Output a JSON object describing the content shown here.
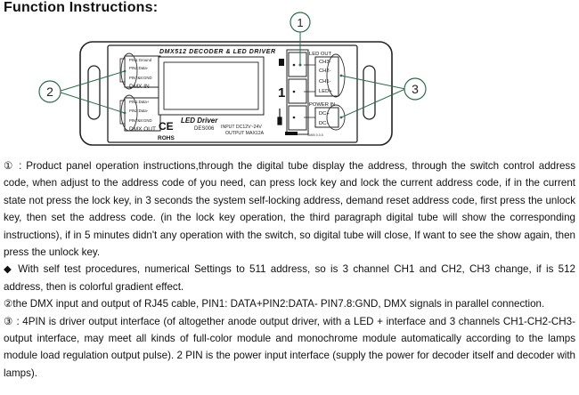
{
  "title": "Function Instructions:",
  "diagram": {
    "callouts": [
      "1",
      "2",
      "3"
    ],
    "device_title": "DMX512 DECODER & LED DRIVER",
    "left_pins": [
      "PIN1:Ground",
      "PIN2:Data-",
      "PIN7&8:GND"
    ],
    "dmx_in": "DMX IN",
    "left_pins_lower": [
      "PIN1:Data+",
      "PIN2:Data-",
      "PIN7&8:GND"
    ],
    "dmx_out": "DMX OUT",
    "ce": "CE",
    "rohs": "ROHS",
    "brand": "LED Driver",
    "model": "DES006",
    "input": "INPUT DC12V~24V",
    "output": "OUTPUT MAX12A",
    "led_out": "LED OUT",
    "channels": [
      "CH3-",
      "CH2-",
      "CH1-",
      "LED+"
    ],
    "power_in": "POWER IN",
    "power_pins": [
      "DC+",
      "DC-"
    ],
    "digit_middle": "1",
    "watermark": "SMIB 0.0.5"
  },
  "paragraphs": [
    "① : Product panel operation instructions,through the digital tube display the address, through the switch control address code, when adjust to the address code of you need, can press lock key and lock the current address code, if in the current state not press the lock key, in 3 seconds the system self-locking address, demand reset address code, first press the unlock key, then set the address code. (in the lock key operation, the third paragraph digital tube will show the corresponding instructions), if in 5 minutes didn't any operation with the switch, so digital tube will close, If want to see the show again, then press the unlock key.",
    "◆ With self test procedures, numerical Settings to 511 address, so is 3 channel CH1 and CH2, CH3 change, if is 512 address, then is colorful gradient effect.",
    "②the DMX input and output of RJ45 cable, PIN1: DATA+PIN2:DATA- PIN7.8:GND, DMX signals in parallel connection.",
    "③ : 4PIN is driver output interface (of altogether anode output driver, with a LED + interface and 3 channels CH1-CH2-CH3-output interface, may meet all kinds of full-color module and monochrome module automatically according to the lamps module load regulation output pulse). 2 PIN is the power input interface (supply the power for decoder itself and decoder with lamps)."
  ]
}
